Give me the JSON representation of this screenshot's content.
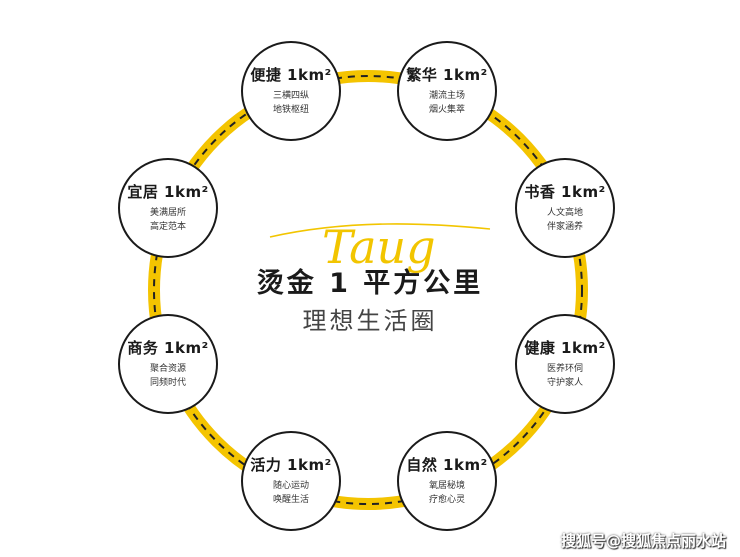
{
  "center": {
    "script": "Taug",
    "title": "烫金 1 平方公里",
    "subtitle": "理想生活圈"
  },
  "nodes": [
    {
      "title": "便捷 1km²",
      "lines": [
        "三横四纵",
        "地铁枢纽"
      ]
    },
    {
      "title": "繁华 1km²",
      "lines": [
        "潮流主场",
        "烟火集萃"
      ]
    },
    {
      "title": "书香 1km²",
      "lines": [
        "人文高地",
        "伴家涵养"
      ]
    },
    {
      "title": "健康 1km²",
      "lines": [
        "医养环伺",
        "守护家人"
      ]
    },
    {
      "title": "自然 1km²",
      "lines": [
        "氧居秘境",
        "疗愈心灵"
      ]
    },
    {
      "title": "活力 1km²",
      "lines": [
        "随心运动",
        "唤醒生活"
      ]
    },
    {
      "title": "商务 1km²",
      "lines": [
        "聚合资源",
        "同频时代"
      ]
    },
    {
      "title": "宜居 1km²",
      "lines": [
        "美满居所",
        "高定范本"
      ]
    }
  ],
  "watermark": "搜狐号@搜狐焦点丽水站",
  "colors": {
    "ring": "#f4c400",
    "ring_dash": "#222222",
    "node_border": "#1a1a1a",
    "script": "#f2c500"
  }
}
